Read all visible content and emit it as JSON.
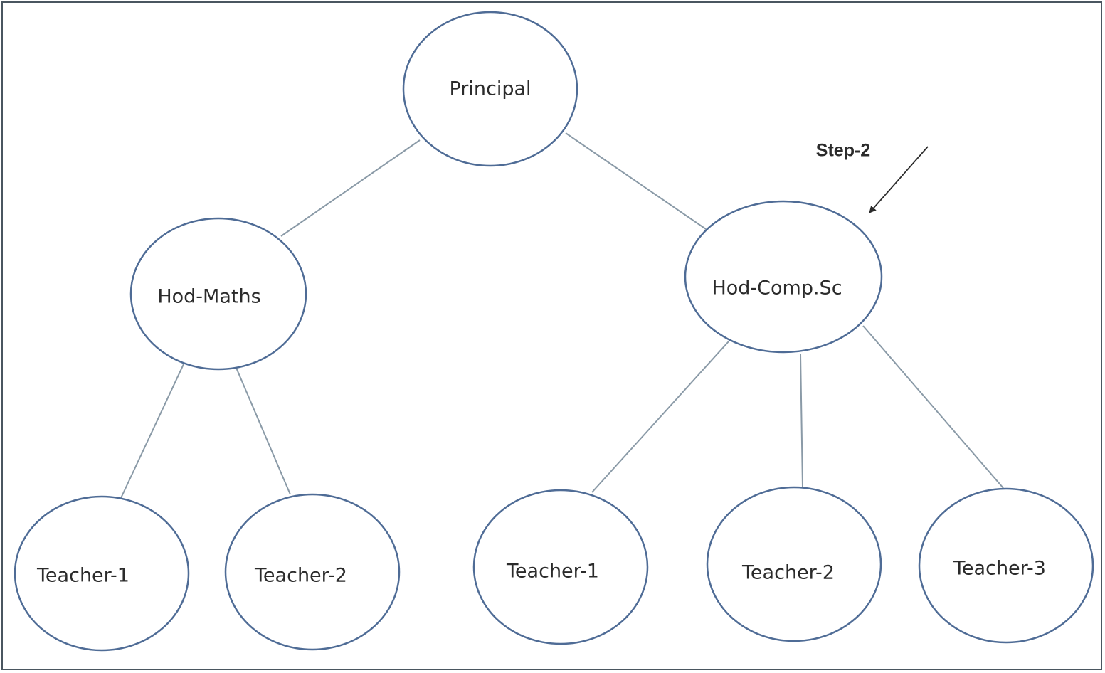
{
  "diagram": {
    "nodes": {
      "principal": "Principal",
      "hod_maths": "Hod-Maths",
      "hod_compsc": "Hod-Comp.Sc",
      "maths_teacher_1": "Teacher-1",
      "maths_teacher_2": "Teacher-2",
      "compsc_teacher_1": "Teacher-1",
      "compsc_teacher_2": "Teacher-2",
      "compsc_teacher_3": "Teacher-3"
    },
    "annotation": "Step-2",
    "colors": {
      "node_border": "#4f6c96",
      "edge": "#8a9aa7",
      "text": "#2b2b2b"
    }
  }
}
